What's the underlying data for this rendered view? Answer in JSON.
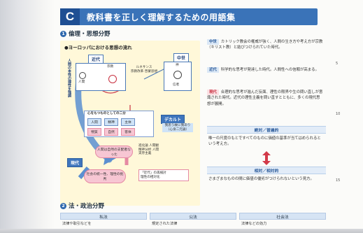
{
  "header": {
    "letter": "C",
    "title": "教科書を正しく理解するための用語集"
  },
  "section1": {
    "num": "1",
    "title": "倫理・思想分野"
  },
  "section2": {
    "num": "2",
    "title": "法・政治分野"
  },
  "diagram": {
    "title": "●ヨーロッパにおける思想の流れ",
    "medieval_tag": "中世",
    "early_modern_tag": "近代",
    "modern_tag": "現代",
    "left_vertical": "人間の本性の理性を強調",
    "person_label": "人間",
    "religion_label": "宗教",
    "renaissance_label": "ルネサンス",
    "renaissance_sub": "宗教改革 啓蒙思想",
    "god_label": "神",
    "believer_label": "信者",
    "reason_box_title": "心をもつものとしての二分",
    "reason_items": [
      "人間",
      "精神",
      "主体",
      "物質",
      "自然",
      "客体"
    ],
    "descartes_tag": "デカルト",
    "descartes_text": "我思う故に我あり（心身二元論）",
    "question_bubble": "人間は自然の支配者なった",
    "center_text": [
      "進化論 人間観",
      "精神分析 人間",
      "実存主義"
    ],
    "critique_bubble": "社会の統一性、理性の批判",
    "result_items": [
      "「近代」の再検討",
      "理性の相対化"
    ]
  },
  "definitions": [
    {
      "term": "中世",
      "text": "カトリック教会の権威が強く、人間の生き方や考え方が宗教（キリスト教）と結びつけられていた時代。",
      "red": false
    },
    {
      "term": "近代",
      "text": "科学的な思考が発達した時代。人間性への信頼が高まる。",
      "red": false
    },
    {
      "term": "現代",
      "text": "合理的な思考が進んだ反面、理性の限界や生の問い直しが意識された時代。近代の理性主義を問い直すとともに、多くの現代思想が展開。",
      "red": true
    }
  ],
  "line_numbers": [
    "5",
    "10",
    "15"
  ],
  "concept1": {
    "head": "絶対／普遍的",
    "text": "唯一の尺度のもとですべてのものに価値の基準が当てはめられるという考え方。"
  },
  "concept2": {
    "head": "相対／相対的",
    "text": "さまざまなものの間に価値の優劣がつけられないという見方。"
  },
  "table": {
    "headers": [
      "私法",
      "公法",
      "社会法"
    ],
    "cells": [
      "法律や取引などを",
      "規定された法律",
      "法律などの効力"
    ]
  }
}
